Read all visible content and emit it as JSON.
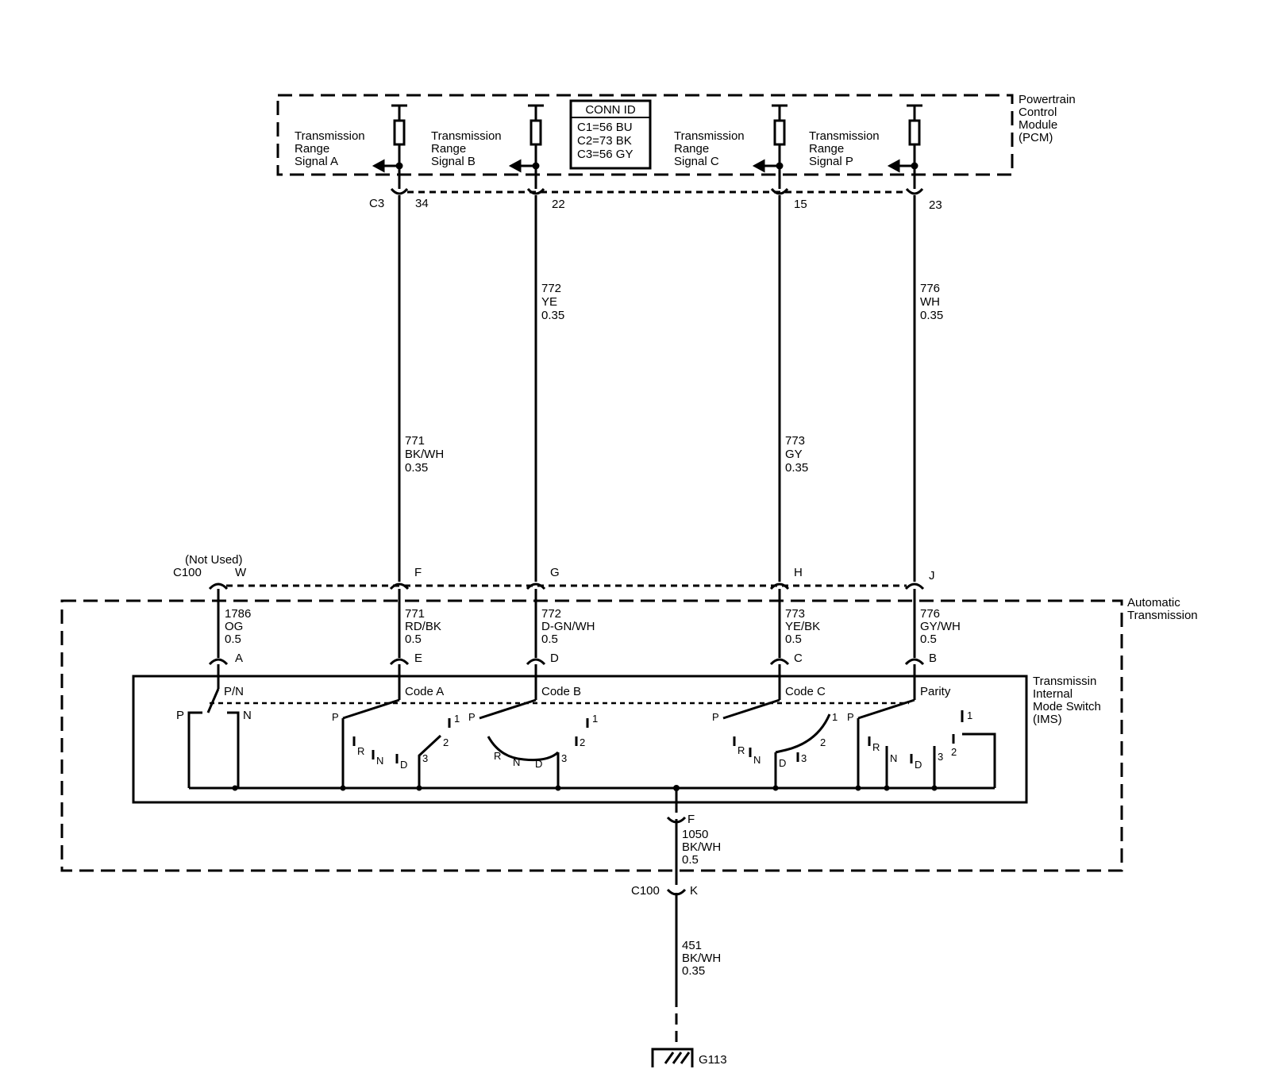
{
  "pcm": {
    "label": [
      "Powertrain",
      "Control",
      "Module",
      "(PCM)"
    ],
    "conn_id": {
      "title": "CONN ID",
      "lines": [
        "C1=56 BU",
        "C2=73 BK",
        "C3=56 GY"
      ]
    },
    "connector": "C3",
    "signals": [
      {
        "lines": [
          "Transmission",
          "Range",
          "Signal A"
        ],
        "pin": "34"
      },
      {
        "lines": [
          "Transmission",
          "Range",
          "Signal B"
        ],
        "pin": "22"
      },
      {
        "lines": [
          "Transmission",
          "Range",
          "Signal C"
        ],
        "pin": "15"
      },
      {
        "lines": [
          "Transmission",
          "Range",
          "Signal P"
        ],
        "pin": "23"
      }
    ]
  },
  "upper_wires": [
    {
      "circuit": "771",
      "color": "BK/WH",
      "gauge": "0.35"
    },
    {
      "circuit": "772",
      "color": "YE",
      "gauge": "0.35"
    },
    {
      "circuit": "773",
      "color": "GY",
      "gauge": "0.35"
    },
    {
      "circuit": "776",
      "color": "WH",
      "gauge": "0.35"
    }
  ],
  "c100": {
    "name": "C100",
    "not_used": "(Not Used)",
    "pins": [
      "W",
      "F",
      "G",
      "H",
      "J"
    ],
    "ground_pin": "K"
  },
  "automatic_transmission": {
    "label": [
      "Automatic",
      "Transmission"
    ]
  },
  "lower_wires": [
    {
      "circuit": "1786",
      "color": "OG",
      "gauge": "0.5",
      "pin": "A"
    },
    {
      "circuit": "771",
      "color": "RD/BK",
      "gauge": "0.5",
      "pin": "E"
    },
    {
      "circuit": "772",
      "color": "D-GN/WH",
      "gauge": "0.5",
      "pin": "D"
    },
    {
      "circuit": "773",
      "color": "YE/BK",
      "gauge": "0.5",
      "pin": "C"
    },
    {
      "circuit": "776",
      "color": "GY/WH",
      "gauge": "0.5",
      "pin": "B"
    }
  ],
  "ims": {
    "label": [
      "Transmissin",
      "Internal",
      "Mode Switch",
      "(IMS)"
    ],
    "switches": [
      {
        "name": "P/N",
        "positions": [
          "P",
          "N"
        ]
      },
      {
        "name": "Code A",
        "positions": [
          "P",
          "R",
          "N",
          "D",
          "3",
          "2",
          "1"
        ]
      },
      {
        "name": "Code B",
        "positions": [
          "P",
          "R",
          "N",
          "D",
          "3",
          "2",
          "1"
        ]
      },
      {
        "name": "Code C",
        "positions": [
          "P",
          "R",
          "N",
          "D",
          "3",
          "2",
          "1"
        ]
      },
      {
        "name": "Parity",
        "positions": [
          "P",
          "R",
          "N",
          "D",
          "3",
          "2",
          "1"
        ]
      }
    ],
    "ground_pin": "F"
  },
  "ground_wires": [
    {
      "circuit": "1050",
      "color": "BK/WH",
      "gauge": "0.5"
    },
    {
      "circuit": "451",
      "color": "BK/WH",
      "gauge": "0.35"
    }
  ],
  "ground": {
    "name": "G113"
  }
}
